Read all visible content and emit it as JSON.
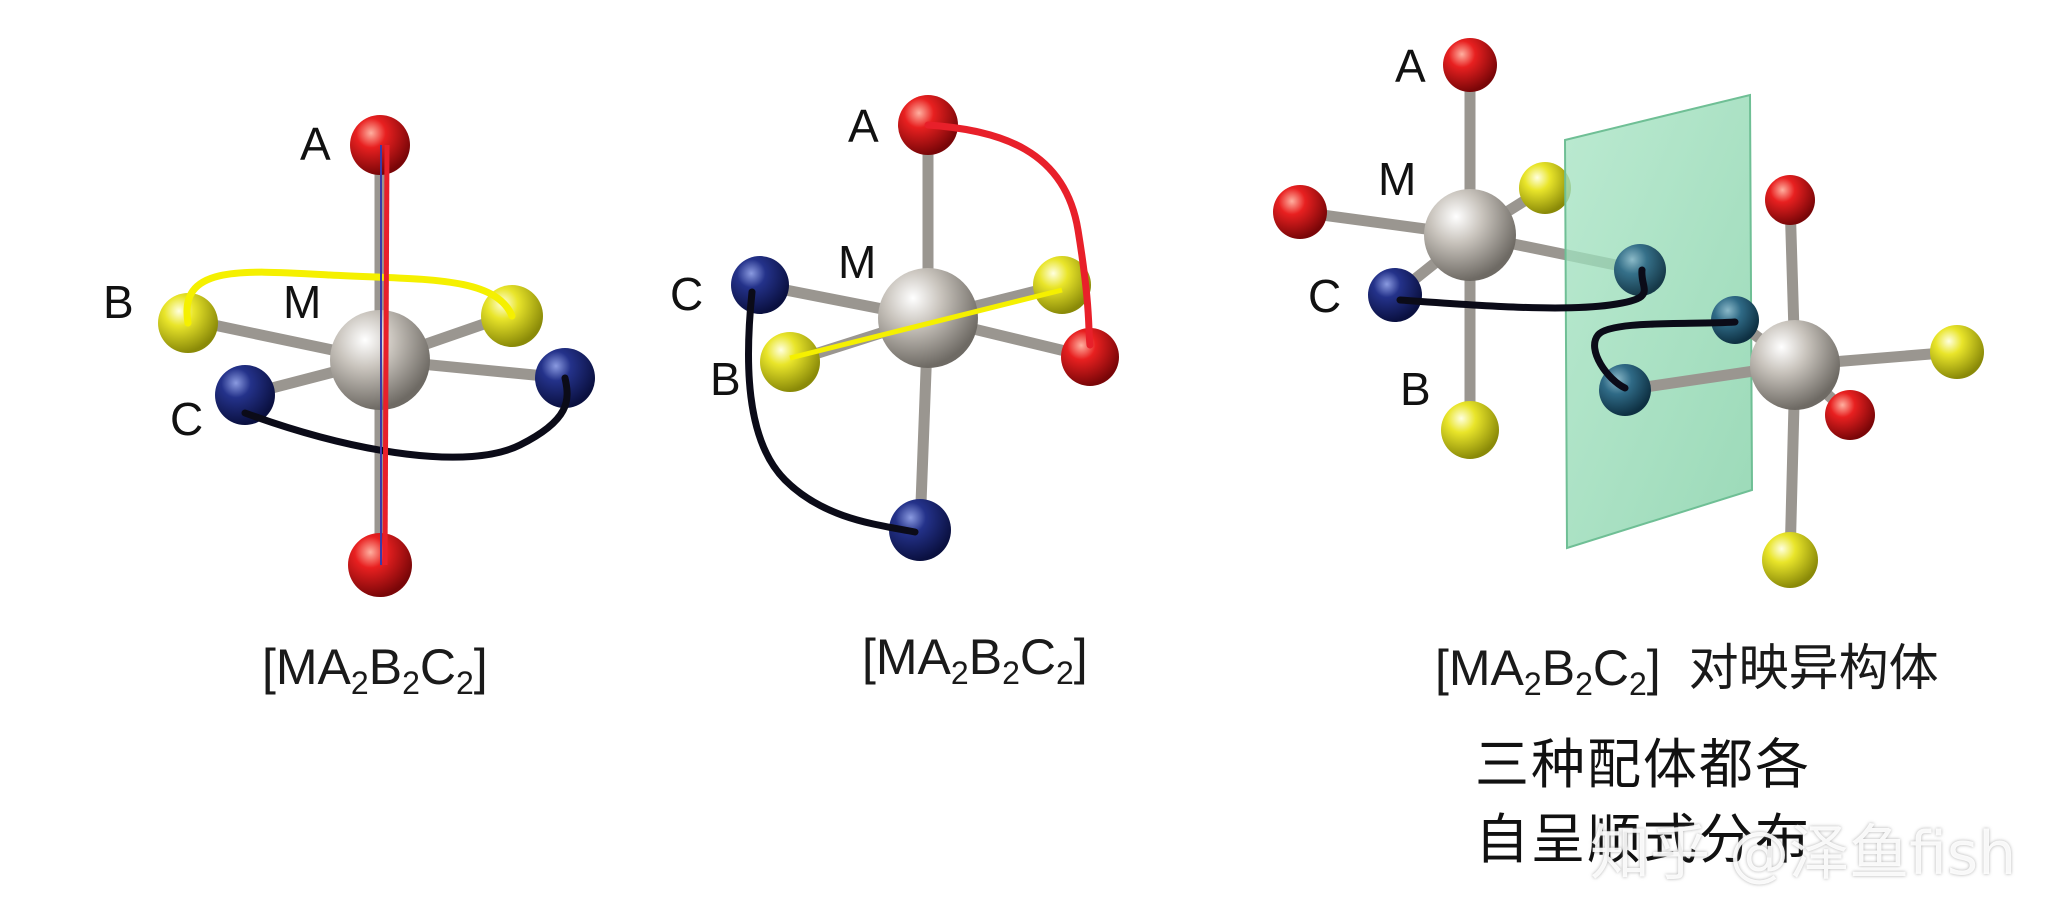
{
  "colors": {
    "A": "#e01820",
    "B": "#e6e620",
    "C": "#1e2a7a",
    "M": "#b8b3ac",
    "plane": "#8fd6b0",
    "path_a": "#e8202a",
    "path_b": "#f5f000",
    "path_c": "#0b0b18"
  },
  "labels": {
    "A": "A",
    "B": "B",
    "C": "C",
    "M": "M"
  },
  "captions": {
    "formula_prefix": "[MA",
    "sub1": "2",
    "mid1": "B",
    "sub2": "2",
    "mid2": "C",
    "sub3": "2",
    "suffix": "]",
    "enantiomer_suffix": "对映异构体"
  },
  "note": {
    "line1": "三种配体都各",
    "line2": "自呈顺式分布"
  },
  "watermark": "知乎 @泽鱼fish"
}
